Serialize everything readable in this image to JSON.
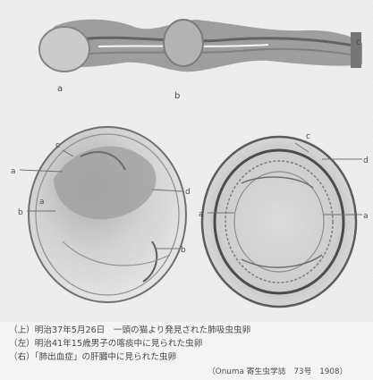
{
  "figure": {
    "labels": {
      "top": [
        "a",
        "b",
        "c"
      ],
      "left_egg": [
        "c",
        "a",
        "d",
        "b",
        "a",
        "b"
      ],
      "right_egg": [
        "c",
        "d",
        "a",
        "a"
      ]
    }
  },
  "captions": [
    "（上）明治37年5月26日　一頭の猫より発見された肺吸虫虫卵",
    "（左）明治41年15歳男子の喀痰中に見られた虫卵",
    "（右）「肺出血症」の肝臓中に見られた虫卵"
  ],
  "source": "（Onuma 寄生虫学誌　73号　1908）"
}
